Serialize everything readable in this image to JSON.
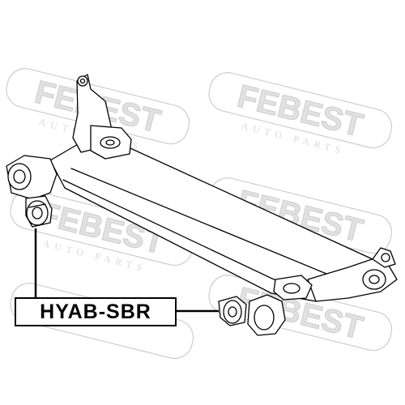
{
  "part_label": {
    "text": "HYAB-SBR"
  },
  "watermark": {
    "brand": "FEBEST",
    "tagline": "AUTO PARTS",
    "color": "#c8c8c8"
  },
  "product_image": {
    "subject": "rear axle beam with bushings",
    "line_color": "#000000"
  }
}
